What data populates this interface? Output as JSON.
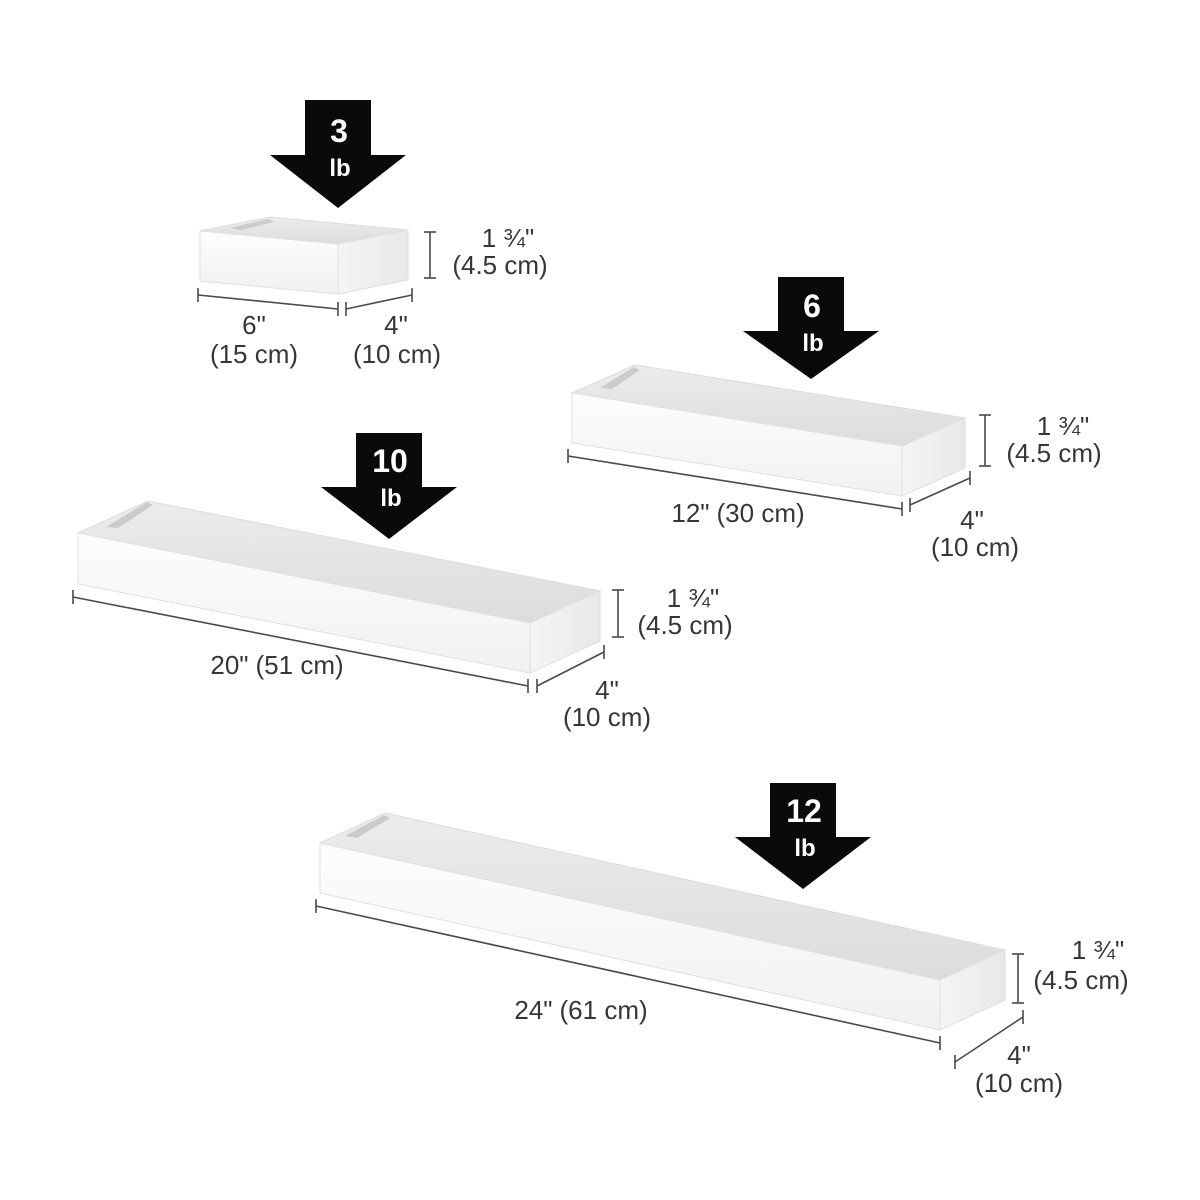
{
  "shelves": [
    {
      "weight": {
        "value": "3",
        "unit": "lb"
      },
      "width": {
        "imperial": "6\"",
        "metric": "(15 cm)"
      },
      "depth": {
        "imperial": "4\"",
        "metric": "(10 cm)"
      },
      "height": {
        "imperial": "1 ¾\"",
        "metric": "(4.5 cm)"
      }
    },
    {
      "weight": {
        "value": "6",
        "unit": "lb"
      },
      "width": {
        "imperial": "12\"",
        "metric": "(30 cm)"
      },
      "depth": {
        "imperial": "4\"",
        "metric": "(10 cm)"
      },
      "height": {
        "imperial": "1 ¾\"",
        "metric": "(4.5 cm)"
      }
    },
    {
      "weight": {
        "value": "10",
        "unit": "lb"
      },
      "width": {
        "imperial": "20\"",
        "metric": "(51 cm)"
      },
      "depth": {
        "imperial": "4\"",
        "metric": "(10 cm)"
      },
      "height": {
        "imperial": "1 ¾\"",
        "metric": "(4.5 cm)"
      }
    },
    {
      "weight": {
        "value": "12",
        "unit": "lb"
      },
      "width": {
        "imperial": "24\"",
        "metric": "(61 cm)"
      },
      "depth": {
        "imperial": "4\"",
        "metric": "(10 cm)"
      },
      "height": {
        "imperial": "1 ¾\"",
        "metric": "(4.5 cm)"
      }
    }
  ]
}
